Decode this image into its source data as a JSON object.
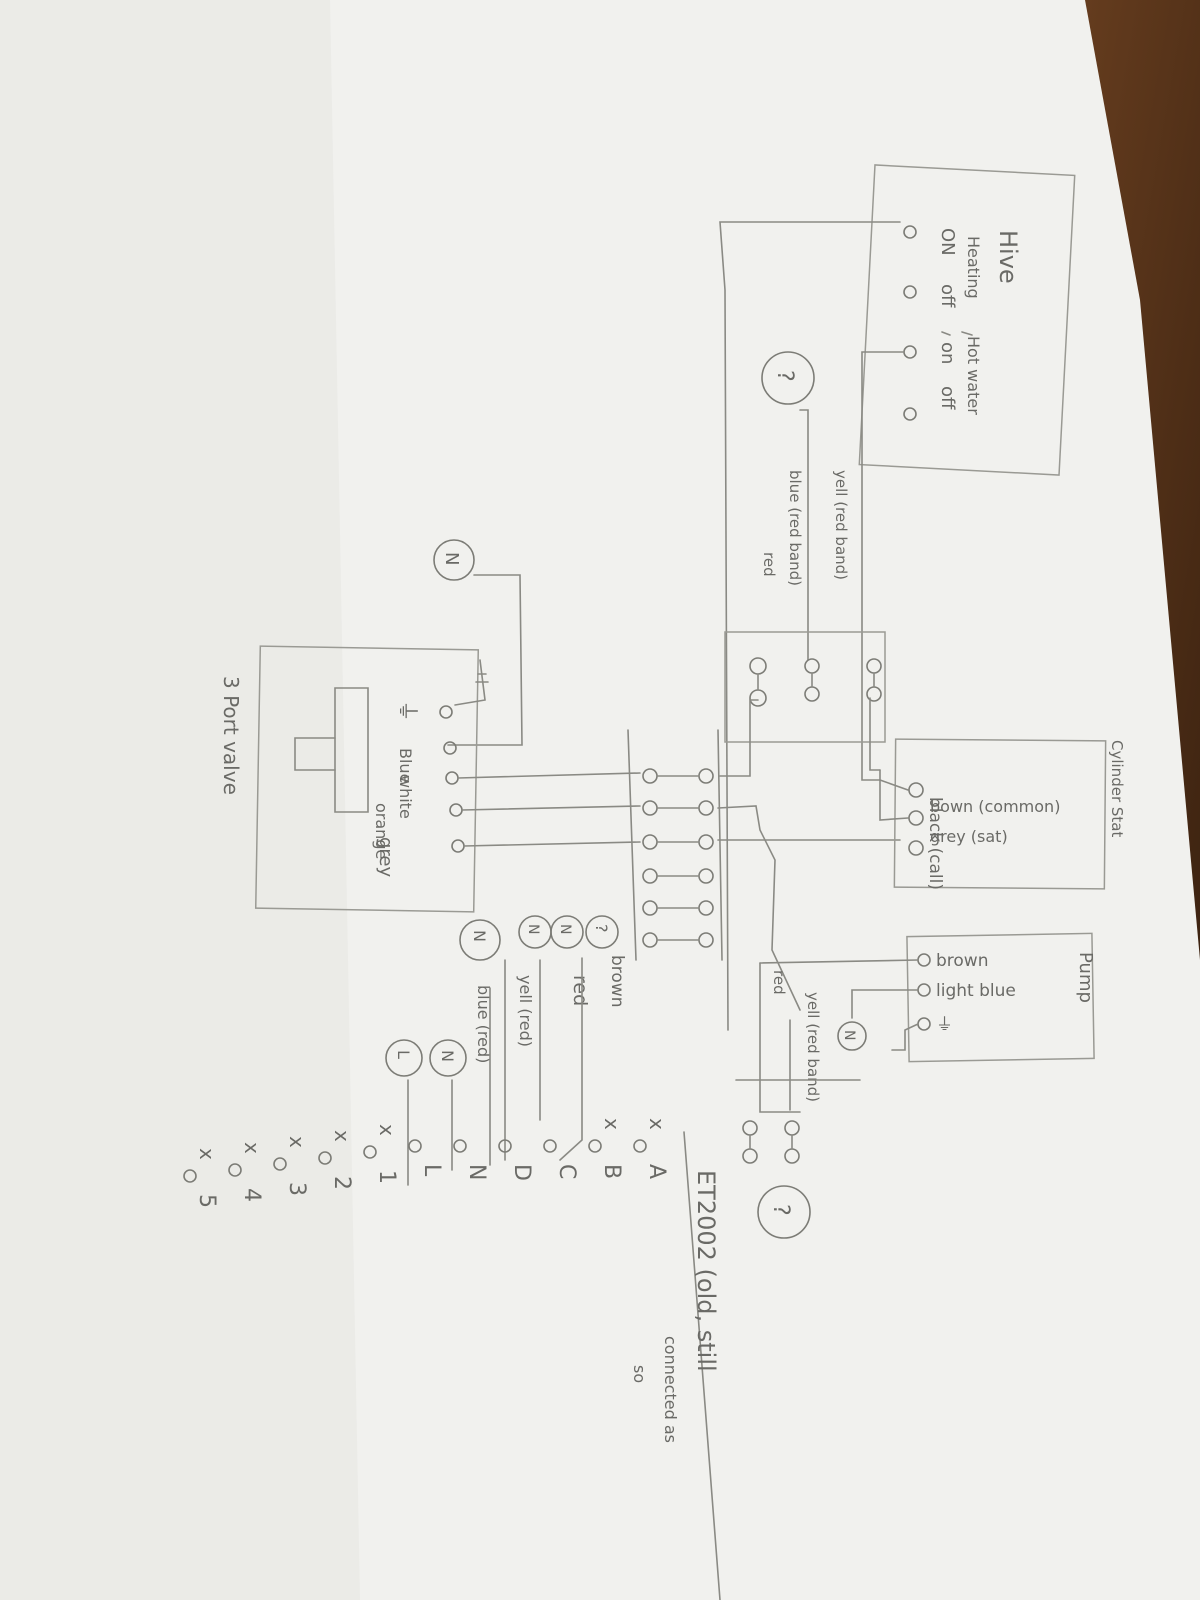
{
  "colors": {
    "paper": "#f1f1ee",
    "pencil": "#6a6a66",
    "table": "#4a2a12"
  },
  "hive": {
    "title": "Hive",
    "heating": "Heating",
    "hot_water": "Hot water",
    "on1": "ON",
    "off1": "off",
    "on2": "on",
    "off2": "off"
  },
  "cylinder_stat": {
    "title": "Cylinder Stat",
    "black": "black (call)",
    "brown": "bown (common)",
    "grey": "grey (sat)"
  },
  "pump": {
    "title": "Pump",
    "brown": "brown",
    "light_blue": "light blue",
    "earth": "⏚"
  },
  "valve": {
    "title": "3 Port valve",
    "earth": "⏚",
    "blue": "Blue",
    "white": "white",
    "orange": "orange",
    "grey": "grey"
  },
  "wires": {
    "yell_red_band_top": "yell (red band)",
    "blue_red_band": "blue (red band)",
    "red_top": "red",
    "yell_red_band_pump": "yell (red band)",
    "red_pump": "red",
    "brown": "brown",
    "red": "red",
    "yell_red": "yell (red)",
    "blue_red": "blue (red)"
  },
  "markers": {
    "q_hive": "?",
    "n_valve": "N",
    "n_pump": "N",
    "q_right": "?",
    "q1": "?",
    "n1": "N",
    "n2": "N",
    "n3": "N",
    "n4": "N",
    "l": "L"
  },
  "et2002": {
    "title": "ET2002 (old, still",
    "subtitle": "connected as",
    "subtitle2": "so",
    "terminals": [
      "A",
      "B",
      "C",
      "D",
      "N",
      "L",
      "1",
      "2",
      "3",
      "4",
      "5"
    ],
    "unused": "x"
  }
}
